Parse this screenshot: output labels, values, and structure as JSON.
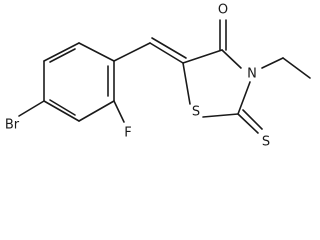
{
  "atoms": {
    "oxygen": "O",
    "nitrogen": "N",
    "ring_sulfur": "S",
    "thione_sulfur": "S",
    "bromine": "Br",
    "fluorine": "F"
  }
}
